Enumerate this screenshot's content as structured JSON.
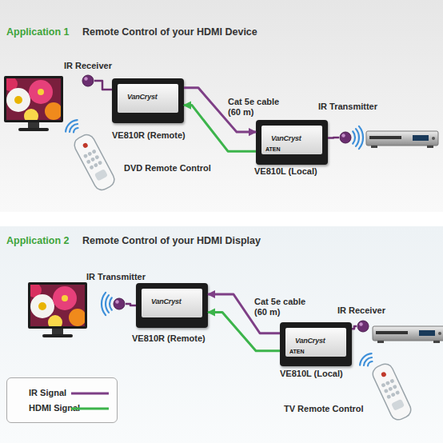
{
  "diagram": {
    "nodes": [
      {
        "text": [
          "IR Receiver"
        ]
      },
      {
        "text": [
          "VanCryst",
          "VE810R (Remote)"
        ]
      },
      {
        "text": [
          "IR Transmitter"
        ]
      },
      {
        "text": [
          "VanCryst",
          "ATEN",
          "VE810L (Local)"
        ]
      },
      {
        "text": [
          "IR Transmitter"
        ]
      },
      {
        "text": [
          "VanCryst",
          "VE810R (Remote)"
        ]
      },
      {
        "text": [
          "IR Receiver"
        ]
      },
      {
        "text": [
          "VanCryst",
          "ATEN",
          "VE810L (Local)"
        ]
      }
    ],
    "edges": [
      {
        "from": 0,
        "to": 1,
        "arrow": "none"
      },
      {
        "from": 1,
        "to": 3,
        "arrow": "to"
      },
      {
        "from": 3,
        "to": 1,
        "arrow": "to"
      },
      {
        "from": 3,
        "to": 2,
        "arrow": "none"
      },
      {
        "from": 5,
        "to": 4,
        "arrow": "none"
      },
      {
        "from": 7,
        "to": 5,
        "arrow": "to"
      },
      {
        "from": 7,
        "to": 5,
        "arrow": "to"
      },
      {
        "from": 6,
        "to": 7,
        "arrow": "none"
      }
    ],
    "labels": [
      "Application 1",
      "Remote Control of your HDMI Device",
      "Cat 5e cable (60 m)",
      "DVD Remote Control",
      "Application 2",
      "Remote Control of your HDMI Display",
      "Cat 5e cable (60 m)",
      "TV Remote Control"
    ],
    "legend": [
      {
        "text": "IR Signal"
      },
      {
        "text": "HDMI Signal"
      }
    ]
  }
}
